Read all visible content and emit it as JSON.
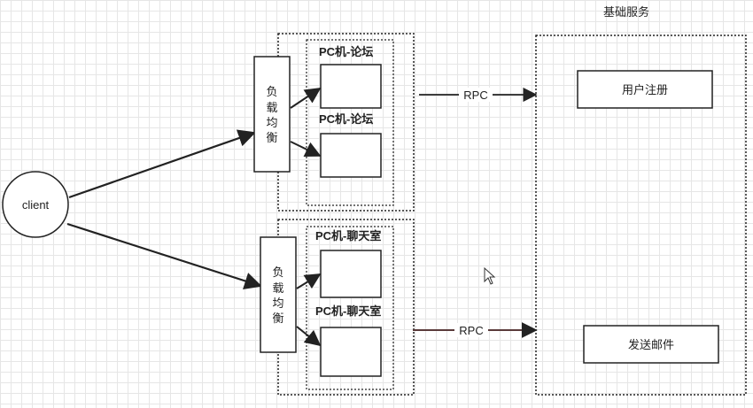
{
  "client": {
    "label": "client"
  },
  "load_balancers": [
    {
      "label_chars": [
        "负",
        "载",
        "均",
        "衡"
      ]
    },
    {
      "label_chars": [
        "负",
        "载",
        "均",
        "衡"
      ]
    }
  ],
  "clusters": [
    {
      "nodes": [
        {
          "label": "PC机-论坛"
        },
        {
          "label": "PC机-论坛"
        }
      ]
    },
    {
      "nodes": [
        {
          "label": "PC机-聊天室"
        },
        {
          "label": "PC机-聊天室"
        }
      ]
    }
  ],
  "rpc_links": [
    {
      "label": "RPC"
    },
    {
      "label": "RPC"
    }
  ],
  "base_service": {
    "title": "基础服务",
    "items": [
      {
        "label": "用户注册"
      },
      {
        "label": "发送邮件"
      }
    ]
  },
  "colors": {
    "line": "#222222",
    "rpc_line_2": "#5a3a3a"
  }
}
